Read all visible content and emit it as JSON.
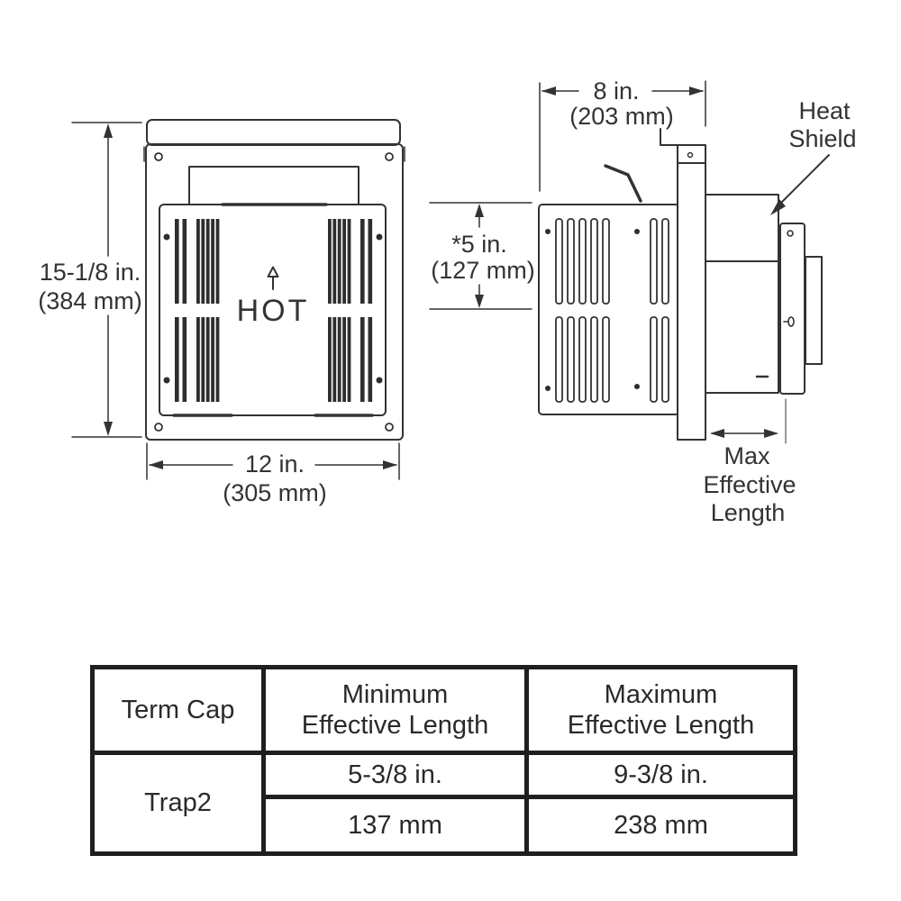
{
  "front_view": {
    "hot_label": "HOT",
    "height_dim_in": "15-1/8 in.",
    "height_dim_mm": "(384 mm)",
    "width_dim_in": "12 in.",
    "width_dim_mm": "(305 mm)"
  },
  "side_view": {
    "depth_dim_in": "8 in.",
    "depth_dim_mm": "(203 mm)",
    "vertical_dim_in": "*5 in.",
    "vertical_dim_mm": "(127 mm)",
    "heat_shield_label_line1": "Heat",
    "heat_shield_label_line2": "Shield",
    "max_effective_line1": "Max",
    "max_effective_line2": "Effective",
    "max_effective_line3": "Length"
  },
  "table": {
    "term_cap_header": "Term Cap",
    "min_header_line1": "Minimum",
    "min_header_line2": "Effective Length",
    "max_header_line1": "Maximum",
    "max_header_line2": "Effective Length",
    "row_label": "Trap2",
    "min_in": "5-3/8 in.",
    "max_in": "9-3/8 in.",
    "min_mm": "137 mm",
    "max_mm": "238 mm"
  },
  "colors": {
    "line": "#333333",
    "text": "#333333",
    "table_border": "#1f1f1f"
  }
}
